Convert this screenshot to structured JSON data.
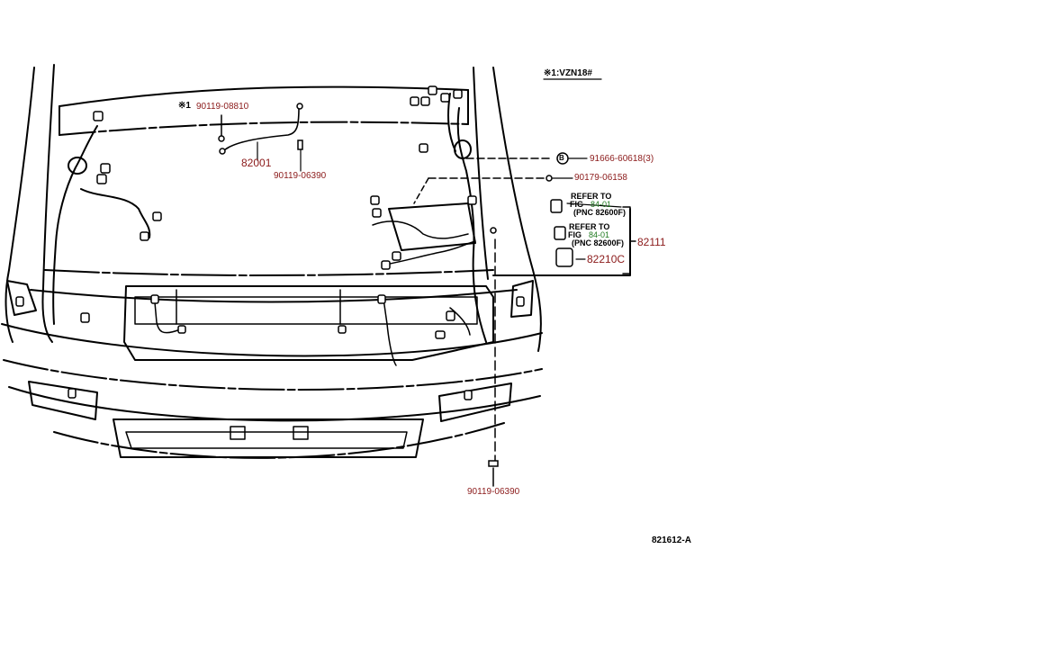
{
  "diagram": {
    "variant_note": "※1:VZN18#",
    "variant_mark": "※1",
    "footer_code": "821612-A",
    "callouts": {
      "top_bolt": "90119-08810",
      "harness_main": "82001",
      "center_bolt": "90119-06390",
      "grommet_b": "91666-60618(3)",
      "clip": "90179-06158",
      "right_group": "82111",
      "connector": "82210C",
      "bottom_bolt": "90119-06390"
    },
    "refer_1": {
      "line1": "REFER TO",
      "fig": "FIG",
      "fig_no": "84-01",
      "pnc": "(PNC 82600F)"
    },
    "refer_2": {
      "line1": "REFER TO",
      "fig": "FIG",
      "fig_no": "84-01",
      "pnc": "(PNC 82600F)"
    },
    "grommet_letter": "B",
    "colors": {
      "part_link": "#8b1a1a",
      "fig_link": "#1f7a1f",
      "line": "#000000"
    }
  }
}
